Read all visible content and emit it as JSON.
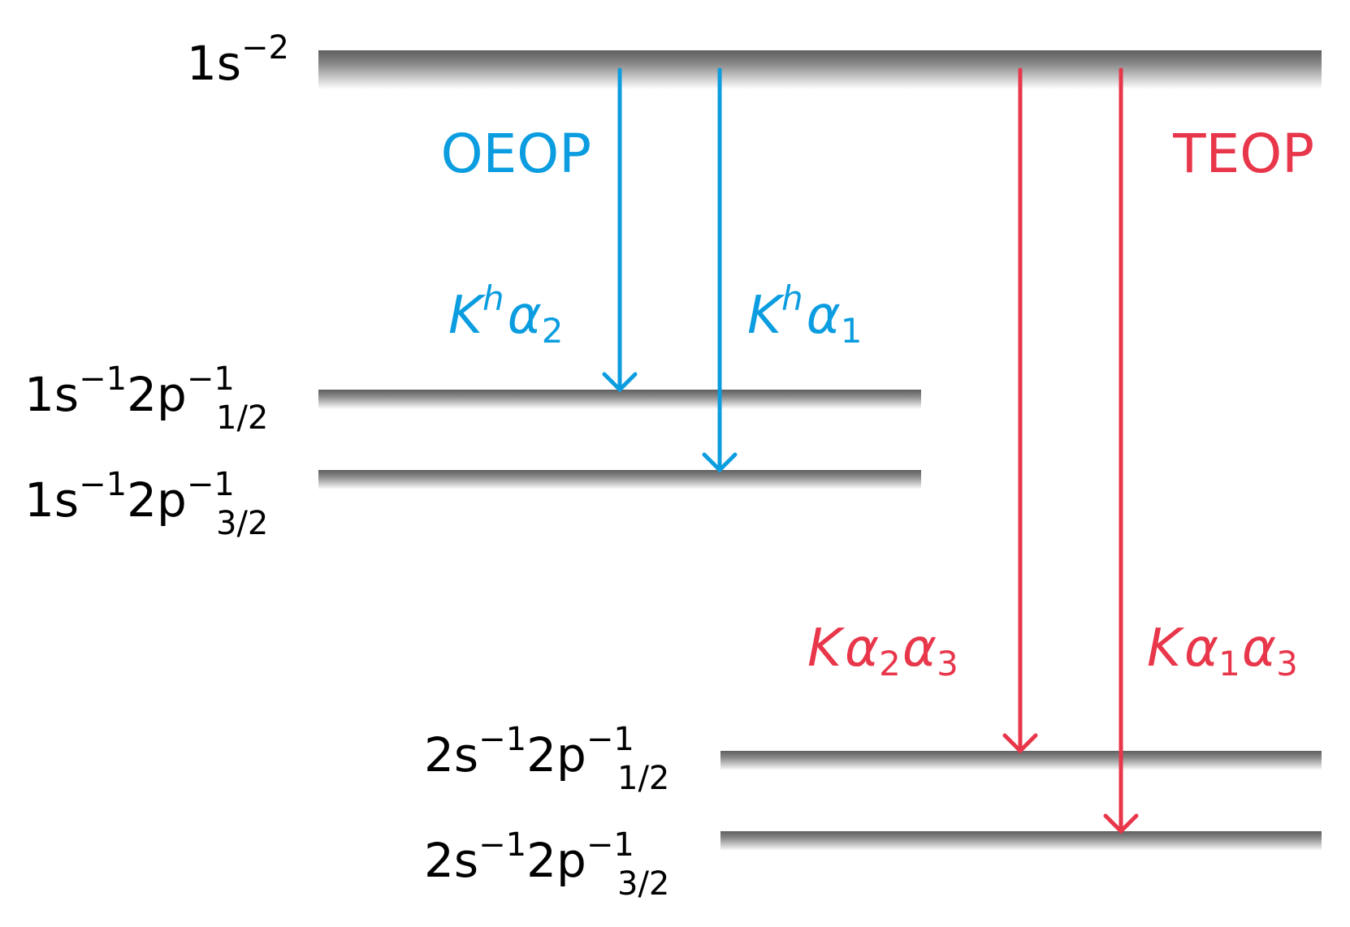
{
  "colors": {
    "oeop": "#0b9de0",
    "teop": "#e8364a",
    "level_dark": "#6f6f6f",
    "level_light": "#ffffff"
  },
  "levels": {
    "top": {
      "base": "1s",
      "sup": "−2"
    },
    "mid_a": {
      "base_1": "1s",
      "sup_1": "−1",
      "base_2": "2p",
      "sup_2": "−1",
      "sub_2": "1/2"
    },
    "mid_b": {
      "base_1": "1s",
      "sup_1": "−1",
      "base_2": "2p",
      "sup_2": "−1",
      "sub_2": "3/2"
    },
    "low_a": {
      "base_1": "2s",
      "sup_1": "−1",
      "base_2": "2p",
      "sup_2": "−1",
      "sub_2": "1/2"
    },
    "low_b": {
      "base_1": "2s",
      "sup_1": "−1",
      "base_2": "2p",
      "sup_2": "−1",
      "sub_2": "3/2"
    }
  },
  "processes": {
    "oeop_label": "OEOP",
    "teop_label": "TEOP"
  },
  "transitions": {
    "kh_alpha2": {
      "K": "K",
      "sup": "h",
      "alpha": "α",
      "sub": "2"
    },
    "kh_alpha1": {
      "K": "K",
      "sup": "h",
      "alpha": "α",
      "sub": "1"
    },
    "k_alpha2_alpha3": {
      "K": "K",
      "alpha_a": "α",
      "sub_a": "2",
      "alpha_b": "α",
      "sub_b": "3"
    },
    "k_alpha1_alpha3": {
      "K": "K",
      "alpha_a": "α",
      "sub_a": "1",
      "alpha_b": "α",
      "sub_b": "3"
    }
  }
}
